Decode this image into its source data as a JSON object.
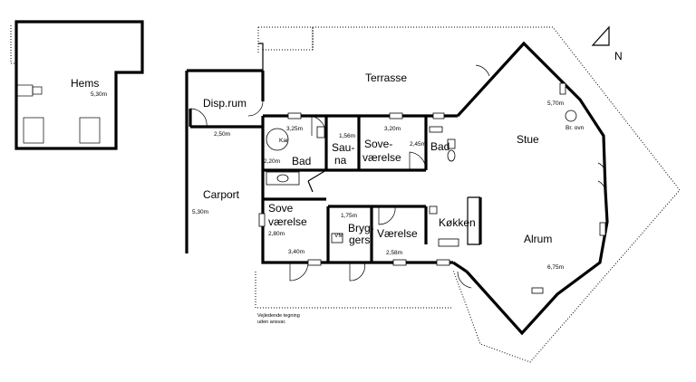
{
  "rooms": {
    "hems": "Hems",
    "disp_rum": "Disp.rum",
    "terrasse": "Terrasse",
    "carport": "Carport",
    "bad_left": "Bad",
    "sauna_line1": "Sau-",
    "sauna_line2": "na",
    "sove_small_line1": "Sove-",
    "sove_small_line2": "værelse",
    "bad_right": "Bad",
    "stue": "Stue",
    "sove_large_line1": "Sove",
    "sove_large_line2": "værelse",
    "bryggers_line1": "Bryg-",
    "bryggers_line2": "gers",
    "vaerelse": "Værelse",
    "koekken": "Køkken",
    "alrum": "Alrum",
    "compass_n": "N"
  },
  "dimensions": {
    "hems": "5,30m",
    "disp_rum": "2,50m",
    "carport": "5,30m",
    "bad_top": "3,25m",
    "bad_side": "2,20m",
    "sauna": "1,56m",
    "sove_small": "3,20m",
    "bad_right": "2,45m",
    "stue": "5,70m",
    "brovn": "Br. ovn",
    "sove_large_a": "2,80m",
    "sove_large_b": "3,40m",
    "bryggers": "1,75m",
    "vaerelse": "2,58m",
    "alrum": "6,75m",
    "vm": "VM",
    "kar": "Kar"
  },
  "note": {
    "line1": "Vejledende tegning",
    "line2": "uden ansvar."
  }
}
